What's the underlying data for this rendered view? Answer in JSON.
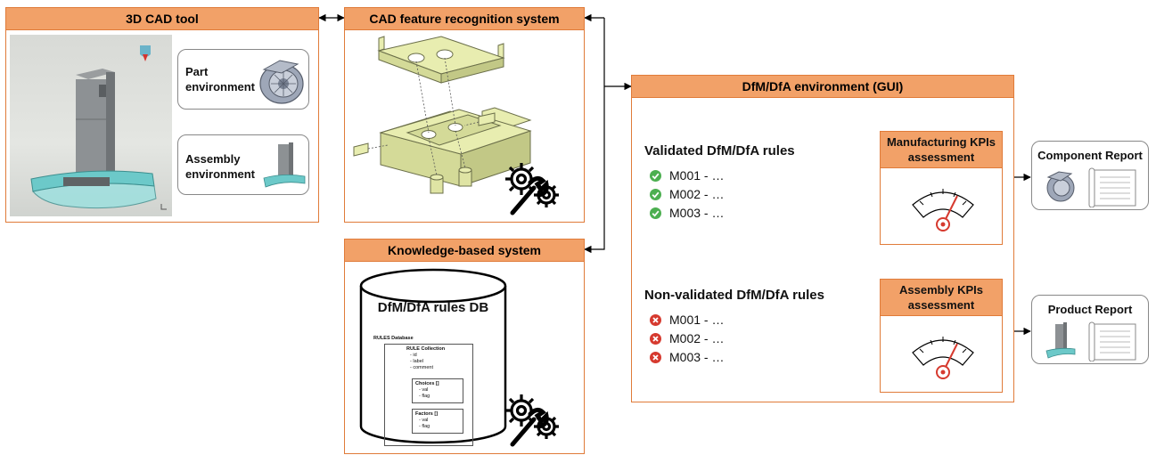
{
  "panels": {
    "cad_tool": {
      "title": "3D CAD tool"
    },
    "feature_recognition": {
      "title": "CAD feature recognition system"
    },
    "knowledge_based": {
      "title": "Knowledge-based system"
    },
    "dfm_env": {
      "title": "DfM/DfA environment (GUI)"
    }
  },
  "cad_tool": {
    "part_env_label": [
      "Part",
      "environment"
    ],
    "assembly_env_label": [
      "Assembly",
      "environment"
    ]
  },
  "knowledge": {
    "db_title": "DfM/DfA rules DB",
    "schema": {
      "root": "RULES Database",
      "collection": "RULE Collection",
      "fields": [
        "- id",
        "- label",
        "- comment"
      ],
      "choices": {
        "title": "Choices []",
        "fields": [
          "- val",
          "- flag"
        ]
      },
      "factors": {
        "title": "Factors []",
        "fields": [
          "- val",
          "- flag"
        ]
      }
    }
  },
  "dfm": {
    "validated": {
      "title": "Validated DfM/DfA rules",
      "items": [
        "M001 - …",
        "M002 - …",
        "M003 - …"
      ]
    },
    "non_validated": {
      "title": "Non-validated DfM/DfA rules",
      "items": [
        "M001 - …",
        "M002 - …",
        "M003 - …"
      ]
    },
    "kpi_manufacturing": [
      "Manufacturing KPIs",
      "assessment"
    ],
    "kpi_assembly": [
      "Assembly KPIs",
      "assessment"
    ]
  },
  "reports": {
    "component": "Component Report",
    "product": "Product Report"
  },
  "colors": {
    "accent": "#e07b39",
    "header_fill": "#f2a168",
    "check_green": "#4caf50",
    "cross_red": "#d63a2f",
    "part_fill": "#e8edb0"
  },
  "icons": [
    "gear-wrench-icon",
    "gauge-icon",
    "check-icon",
    "cross-icon",
    "document-icon"
  ]
}
